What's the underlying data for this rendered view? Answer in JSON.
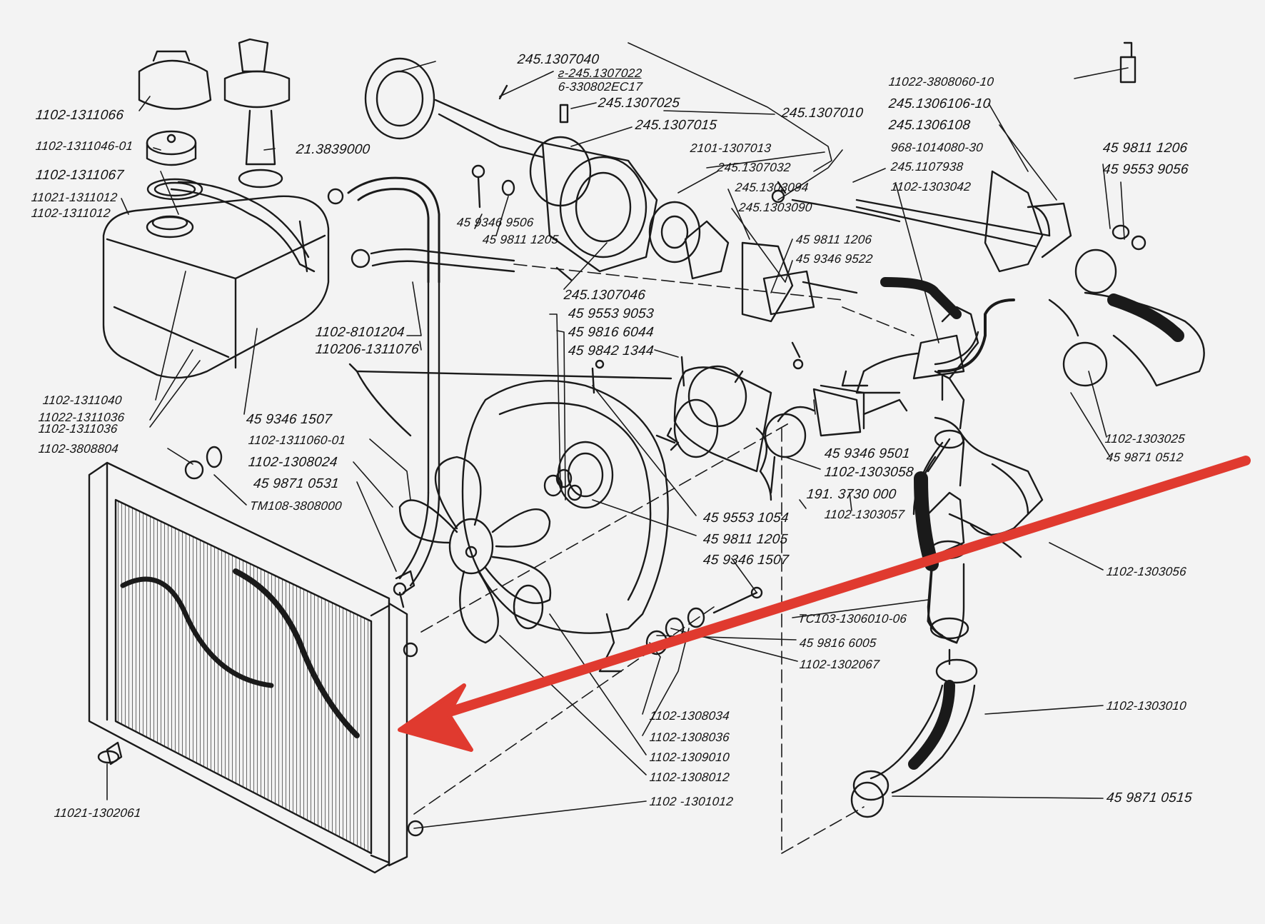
{
  "labels": {
    "cap_small": "1102-1311066",
    "valve": "1102-1311046-01",
    "oring": "1102-1311067",
    "tank_a": "11021-1311012",
    "tank_b": "1102-1311012",
    "cap_sensor": "21.3839000",
    "gear": "245.1307040",
    "shaft_a": "г-245.1307022",
    "shaft_b": "6-330802ЕС17",
    "pin": "245.1307025",
    "housing": "245.1307015",
    "pump_assy": "245.1307010",
    "bearing": "2101-1307013",
    "impeller": "245.1307032",
    "gasket": "245.1303094",
    "thermo_housing": "245.1303090",
    "bolt_l1": "45 9346 9506",
    "wash_l1": "45 9811 1205",
    "wash_r1": "45 9811 1206",
    "bolt_r1": "45 9346 9522",
    "cover": "245.1307046",
    "sensor_top": "11022-3808060-10",
    "thermostat_a": "245.1306106-10",
    "thermostat_b": "245.1306108",
    "clamp_top": "968-1014080-30",
    "tube_top": "245.1107938",
    "hose_top": "1102-1303042",
    "wash_tr": "45 9811 1206",
    "nut_tr": "45 9553 9056",
    "hose_a": "1102-8101204",
    "hose_b": "110206-1311076",
    "nut_fan": "45 9553 9053",
    "wash_fan": "45 9816 6044",
    "screw_fan": "45 9842 1344",
    "tank_hose_a": "1102-1311040",
    "tank_hose_b": "11022-1311036",
    "tank_hose_c": "1102-1311036",
    "bolt_tank": "45 9346 1507",
    "sensor_rad": "1102-3808804",
    "hose_rad": "1102-1311060-01",
    "bracket": "1102-1308024",
    "clamp_rad": "45 9871 0531",
    "sensor_tm": "ТМ108-3808000",
    "bolt_pipe": "45 9346 9501",
    "pipe_a": "1102-1303058",
    "switch": "191.  3730 000",
    "pipe_b": "1102-1303057",
    "hose_right": "1102-1303025",
    "clamp_right": "45 9871 0512",
    "nut_motor": "45 9553 1054",
    "wash_motor": "45 9811  1205",
    "bolt_motor": "45 9346 1507",
    "hose_mid": "1102-1303056",
    "tee": "ТС103-1306010-06",
    "wash_bot": "45 9816 6005",
    "plug_bot": "1102-1302067",
    "hose_lower": "1102-1303010",
    "fan_a": "1102-1308034",
    "fan_b": "1102-1308036",
    "fan_c": "1102-1309010",
    "fan_d": "1102-1308012",
    "radiator": "1102 -1301012",
    "plug": "11021-1302061",
    "clamp_lower": "45 9871 0515"
  },
  "colors": {
    "ink": "#1a1a1a",
    "paper": "#f3f3f3",
    "arrow": "#e03a2f"
  }
}
